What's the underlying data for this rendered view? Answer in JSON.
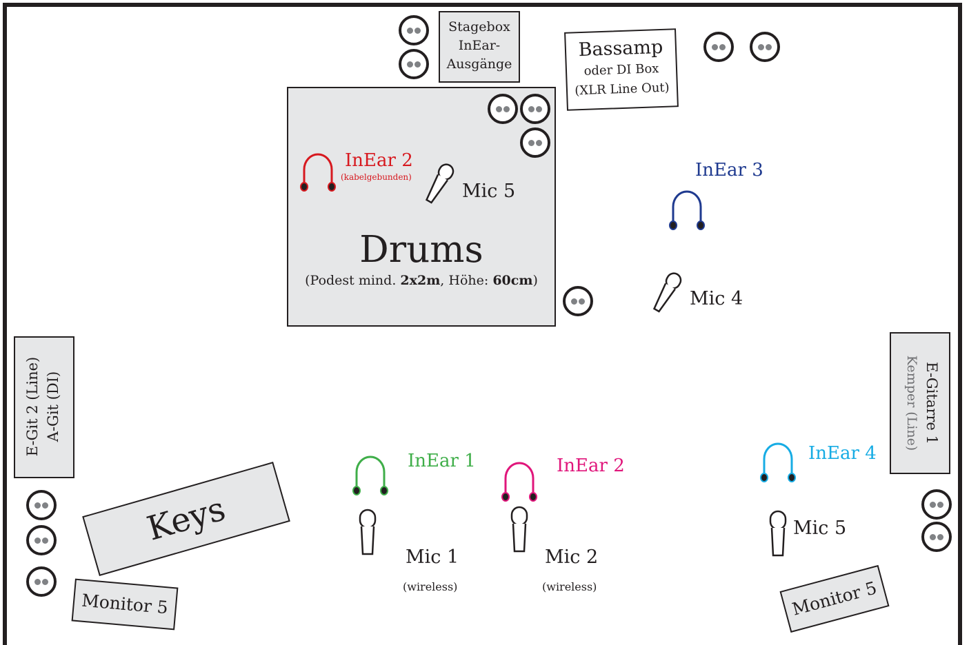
{
  "stagebox": {
    "line1": "Stagebox",
    "line2": "InEar-",
    "line3": "Ausgänge"
  },
  "bassamp": {
    "line1": "Bassamp",
    "line2": "oder DI Box",
    "line3": "(XLR Line Out)"
  },
  "drums": {
    "title": "Drums",
    "note_prefix": "(Podest mind. ",
    "note_size": "2x2m",
    "note_mid": ", Höhe: ",
    "note_height": "60cm",
    "note_suffix": ")"
  },
  "drum_inear": {
    "label": "InEar 2",
    "sub": "(kabelgebunden)"
  },
  "drum_mic": {
    "label": "Mic 5"
  },
  "inear3": {
    "label": "InEar 3"
  },
  "mic4": {
    "label": "Mic 4"
  },
  "left_amp": {
    "line1": "E-Git 2 (Line)",
    "line2": "A-Git (DI)"
  },
  "right_amp": {
    "line1": "E-Gitarre 1",
    "line2": "Kemper (Line)"
  },
  "keys": {
    "label": "Keys"
  },
  "monitor_left": {
    "label": "Monitor 5"
  },
  "monitor_right": {
    "label": "Monitor 5"
  },
  "inear1": {
    "label": "InEar 1"
  },
  "inear2": {
    "label": "InEar 2"
  },
  "inear4": {
    "label": "InEar 4"
  },
  "mic1": {
    "label": "Mic 1",
    "sub": "(wireless)"
  },
  "mic2": {
    "label": "Mic 2",
    "sub": "(wireless)"
  },
  "mic_right": {
    "label": "Mic 5"
  },
  "colors": {
    "outline": "#231f20",
    "box_fill": "#e6e7e8",
    "inear_drums": "#d7191f",
    "inear1": "#3fae49",
    "inear2": "#e0167b",
    "inear3": "#1f3a8f",
    "inear4": "#17ace4",
    "jack_dot": "#808285"
  }
}
